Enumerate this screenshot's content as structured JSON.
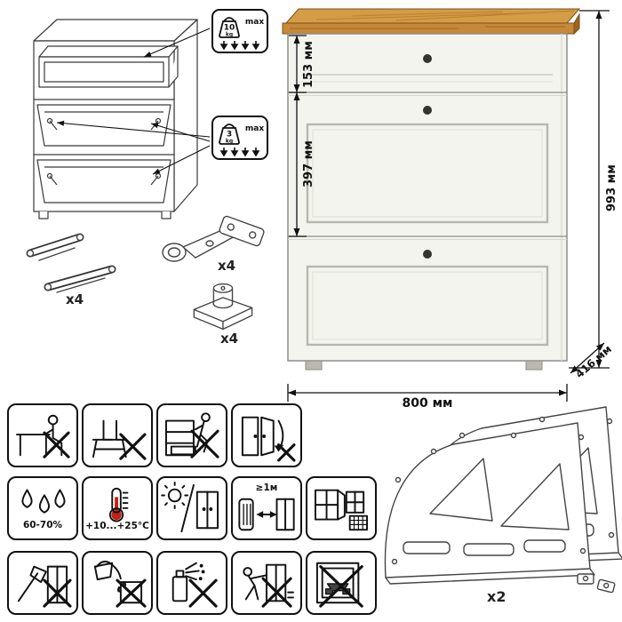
{
  "dimensions": {
    "drawer_height": "153 мм",
    "flap_height": "397 мм",
    "total_height": "993 мм",
    "width": "800 мм",
    "depth": "416 мм"
  },
  "load_limits": {
    "drawer": {
      "value": "10",
      "unit": "kg",
      "note": "max"
    },
    "flap": {
      "value": "3",
      "unit": "kg",
      "note": "max"
    }
  },
  "parts": {
    "lid_stay": {
      "qty": "x4"
    },
    "hinge": {
      "qty": "x4"
    },
    "foot": {
      "qty": "x4"
    },
    "side_panel": {
      "qty": "x2"
    }
  },
  "conditions": {
    "humidity": "60-70%",
    "temperature": "+10...+25°C",
    "distance": "≥1м"
  },
  "colors": {
    "wood_top": "#d59c47",
    "wood_front": "#c8883a",
    "body": "#f4f4ef",
    "outline": "#8d8d86",
    "knob": "#35332f"
  }
}
